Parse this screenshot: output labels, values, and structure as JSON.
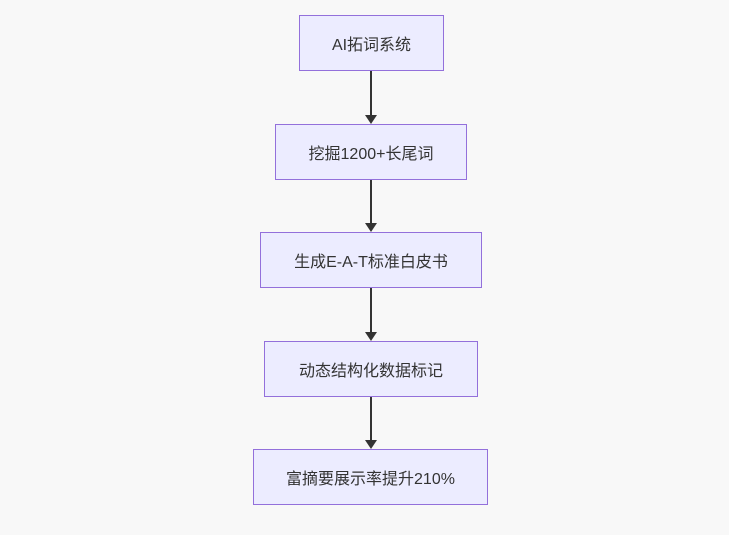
{
  "diagram": {
    "type": "flowchart",
    "direction": "top-down",
    "nodes": [
      {
        "id": "node-1",
        "label": "AI拓词系统"
      },
      {
        "id": "node-2",
        "label": "挖掘1200+长尾词"
      },
      {
        "id": "node-3",
        "label": "生成E-A-T标准白皮书"
      },
      {
        "id": "node-4",
        "label": "动态结构化数据标记"
      },
      {
        "id": "node-5",
        "label": "富摘要展示率提升210%"
      }
    ],
    "edges": [
      {
        "from": "AI拓词系统",
        "to": "挖掘1200+长尾词",
        "style": "arrow-down"
      },
      {
        "from": "挖掘1200+长尾词",
        "to": "生成E-A-T标准白皮书",
        "style": "arrow-down"
      },
      {
        "from": "生成E-A-T标准白皮书",
        "to": "动态结构化数据标记",
        "style": "arrow-down"
      },
      {
        "from": "动态结构化数据标记",
        "to": "富摘要展示率提升210%",
        "style": "arrow-down"
      }
    ],
    "colors": {
      "canvas_background": "#F8F8F8",
      "node_fill": "#ECECFF",
      "node_border": "#9370DB",
      "node_text": "#333333",
      "arrow": "#333333"
    }
  }
}
